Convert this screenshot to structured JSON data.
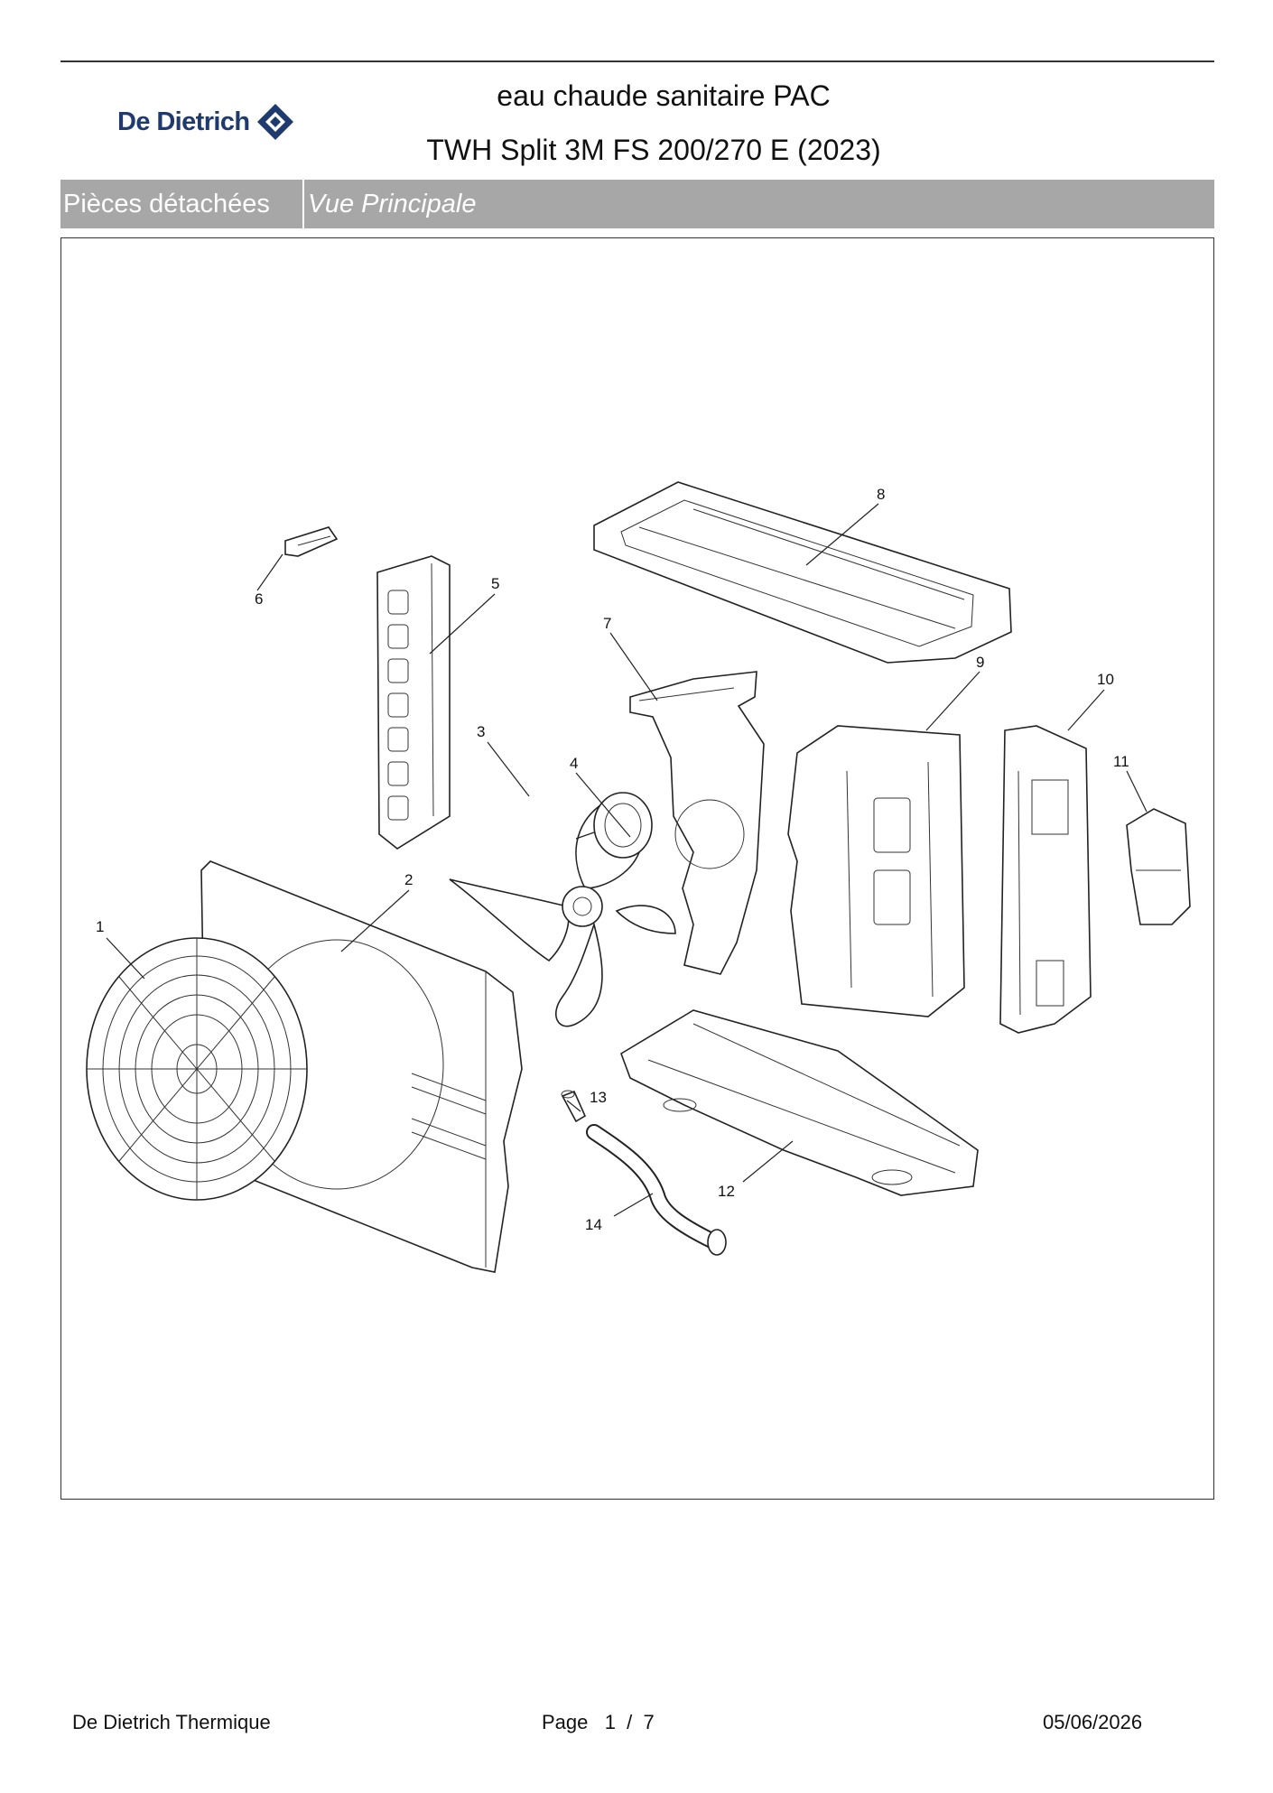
{
  "header": {
    "brand": "De Dietrich",
    "title_line1": "eau chaude sanitaire PAC",
    "title_line2": "TWH Split 3M FS 200/270 E (2023)"
  },
  "section": {
    "category": "Pièces détachées",
    "view": "Vue Principale"
  },
  "drawing": {
    "callouts": [
      "1",
      "2",
      "3",
      "4",
      "5",
      "6",
      "7",
      "8",
      "9",
      "10",
      "11",
      "12",
      "13",
      "14"
    ]
  },
  "footer": {
    "company": "De Dietrich Thermique",
    "page": "Page   1  /  7",
    "date": "05/06/2026"
  },
  "colors": {
    "brand": "#1f3a6e",
    "section_bar": "#a7a7a7"
  }
}
